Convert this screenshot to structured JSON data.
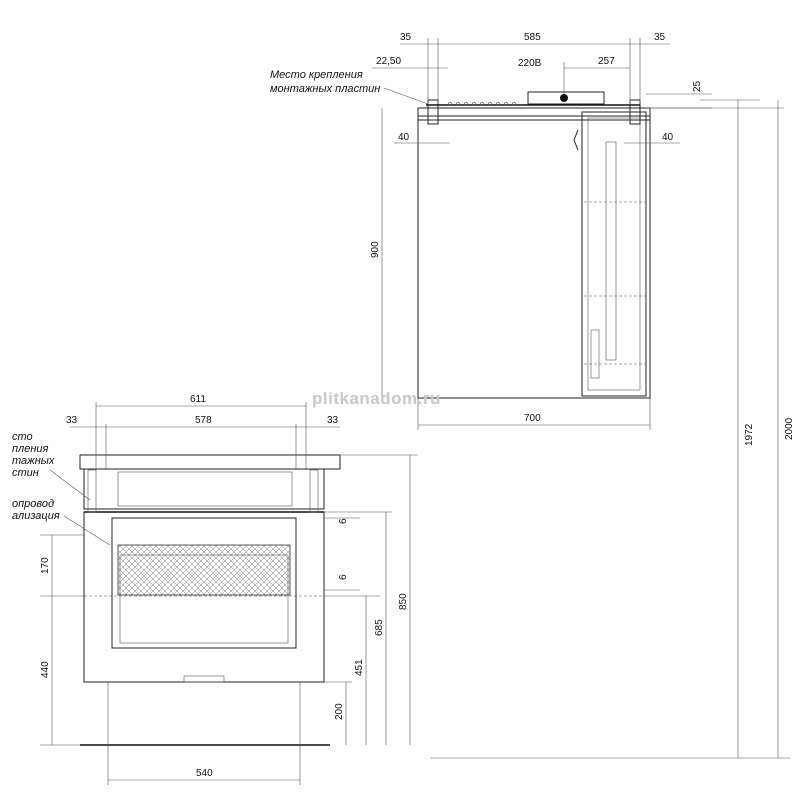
{
  "mirror_cabinet": {
    "top_dims": {
      "left_margin": "35",
      "width_inner": "585",
      "right_margin": "35"
    },
    "offset_2250": "22,50",
    "socket_label": "220В",
    "socket_dim": "257",
    "mount_label_line1": "Место крепления",
    "mount_label_line2": "монтажных пластин",
    "top_gap": "25",
    "side_left": "40",
    "side_right": "40",
    "height": "900",
    "width": "700"
  },
  "vanity": {
    "overall_width": "611",
    "inner_width": "578",
    "side_left": "33",
    "side_right": "33",
    "mount_label_line1": "сто",
    "mount_label_line2": "пления",
    "mount_label_line3": "тажных",
    "mount_label_line4": "стин",
    "pipe_label_line1": "опровод",
    "pipe_label_line2": "ализация",
    "gap_top": "6",
    "gap_mid": "6",
    "height_170": "170",
    "height_440": "440",
    "height_850": "850",
    "height_685": "685",
    "height_451": "451",
    "height_200": "200",
    "base_width": "540"
  },
  "overall": {
    "height_1972": "1972",
    "height_2000": "2000"
  },
  "watermark": "plitkanadom.ru"
}
